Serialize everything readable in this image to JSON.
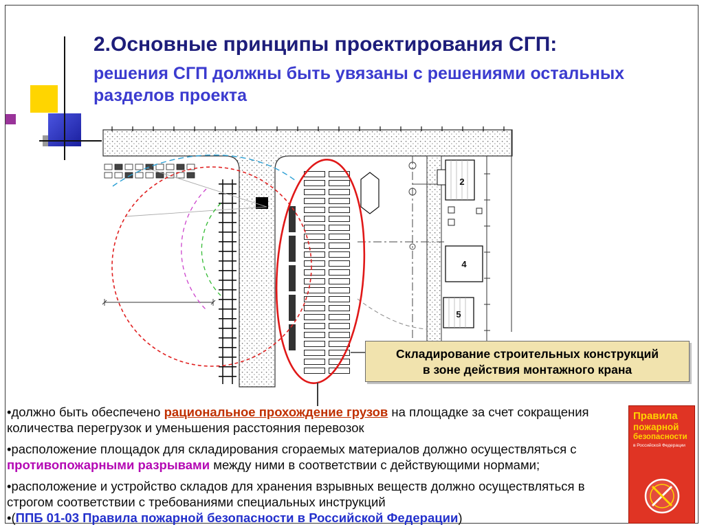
{
  "slide": {
    "title": "2.Основные принципы проектирования СГП:",
    "subtitle": "решения СГП должны быть увязаны с решениями остальных разделов проекта"
  },
  "callout": {
    "line1": "Складирование строительных конструкций",
    "line2": "в зоне действия монтажного крана"
  },
  "diagram": {
    "building_labels": [
      "2",
      "4",
      "5"
    ]
  },
  "bullets": {
    "b1_pre": "•должно быть обеспечено ",
    "b1_em": "рациональное прохождение грузов",
    "b1_post": " на площадке за счет сокращения количества перегрузок и уменьшения расстояния перевозок",
    "b2_pre": "•расположение площадок для складирования сгораемых материалов должно осуществляться с ",
    "b2_em": "противопожарными разрывами",
    "b2_post": " между ними в соответствии с действующими нормами;",
    "b3": "•расположение и устройство складов для хранения взрывных веществ должно осуществляться в строгом соответствии с требованиями специальных инструкций",
    "b4_pre": "•(",
    "b4_em": "ППБ 01-03 Правила пожарной безопасности в Российской Федерации",
    "b4_post": ")"
  },
  "book": {
    "title_line1": "Правила",
    "title_line2": "пожарной",
    "title_line3": "безопасности",
    "subtitle": "в Российской Федерации"
  },
  "colors": {
    "title_navy": "#1d1d7a",
    "subtitle_blue": "#3b3bcf",
    "accent_red": "#c03000",
    "accent_magenta": "#b409b4",
    "accent_blue": "#2330cc",
    "annotation_red": "#e01818",
    "callout_bg": "#f1e3ae",
    "book_bg": "#e03424"
  }
}
